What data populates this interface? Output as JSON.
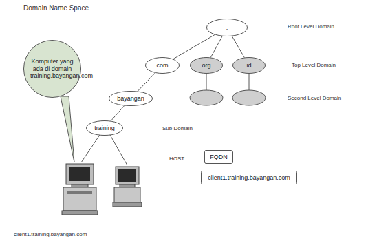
{
  "diagram": {
    "title": "Domain Name Space",
    "nodes": [
      {
        "text": [
          "."
        ]
      },
      {
        "text": [
          "com"
        ]
      },
      {
        "text": [
          "org"
        ]
      },
      {
        "text": [
          "id"
        ]
      },
      {
        "text": [
          "bayangan"
        ]
      },
      {
        "text": [
          "training"
        ]
      },
      {
        "text": [
          "Komputer yang ada di domain training.bayangan.com"
        ]
      },
      {
        "text": [
          "FQDN"
        ]
      },
      {
        "text": [
          "client1.training.bayangan.com"
        ]
      }
    ],
    "edges": [
      {
        "from": 0,
        "to": 1,
        "arrow": "none"
      },
      {
        "from": 0,
        "to": 2,
        "arrow": "none"
      },
      {
        "from": 0,
        "to": 3,
        "arrow": "none"
      },
      {
        "from": 1,
        "to": 4,
        "arrow": "none"
      },
      {
        "from": 4,
        "to": 5,
        "arrow": "none"
      }
    ],
    "labels": [
      "Root Level Domain",
      "Top Level Domain",
      "Second Level Domain",
      "Sub Domain",
      "HOST",
      "client1.training.bayangan.com"
    ]
  }
}
